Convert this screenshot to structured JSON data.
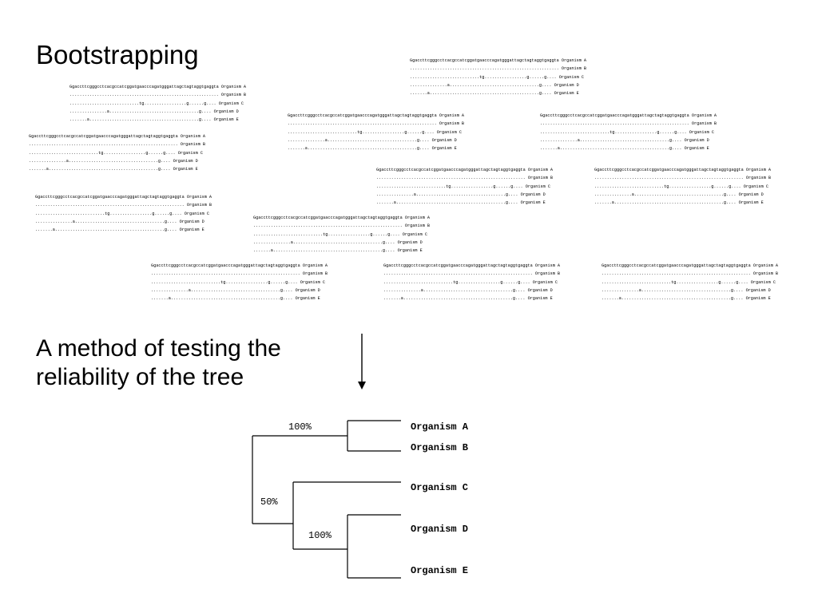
{
  "slide": {
    "title": "Bootstrapping",
    "subtitle_lines": [
      "A method of testing the",
      "reliability of the tree"
    ]
  },
  "alignments": [
    {
      "sequences": [
        {
          "seq": "Ggaccttcgggcctcacgccatcggatgaacccagatgggattagctagtaggtgaggta",
          "label": "Organism A"
        },
        {
          "seq": "............................................................",
          "label": "Organism B"
        },
        {
          "seq": "............................tg.................g......g....",
          "label": "Organism C"
        },
        {
          "seq": "...............a....................................g....",
          "label": "Organism D"
        },
        {
          "seq": ".......a............................................g....",
          "label": "Organism E"
        }
      ]
    }
  ],
  "tree": {
    "leaves": [
      "Organism A",
      "Organism B",
      "Organism C",
      "Organism D",
      "Organism E"
    ],
    "bootstrap": {
      "ab": "100%",
      "root": "50%",
      "de": "100%"
    }
  },
  "colors": {
    "line": "#000000",
    "background": "#ffffff"
  }
}
